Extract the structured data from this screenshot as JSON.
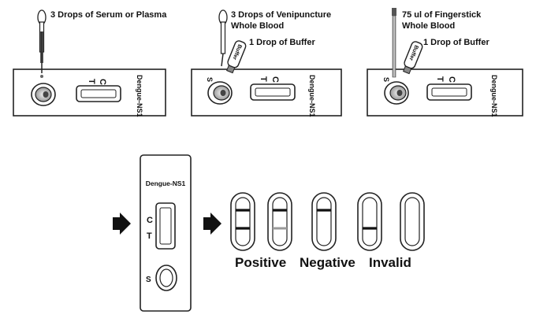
{
  "steps": [
    {
      "instruction_line1": "3 Drops of Serum or Plasma",
      "instruction_line2": "",
      "buffer_instruction": "",
      "buffer_label": ""
    },
    {
      "instruction_line1": "3 Drops of Venipuncture",
      "instruction_line2": "Whole Blood",
      "buffer_instruction": "1 Drop of Buffer",
      "buffer_label": "Buffer"
    },
    {
      "instruction_line1": "75 ul of Fingerstick",
      "instruction_line2": "Whole Blood",
      "buffer_instruction": "1 Drop of Buffer",
      "buffer_label": "Buffer"
    }
  ],
  "cassette": {
    "test_name": "Dengue-NS1",
    "line_c": "C",
    "line_t": "T",
    "sample_well": "S"
  },
  "results": {
    "positive": "Positive",
    "negative": "Negative",
    "invalid": "Invalid"
  }
}
